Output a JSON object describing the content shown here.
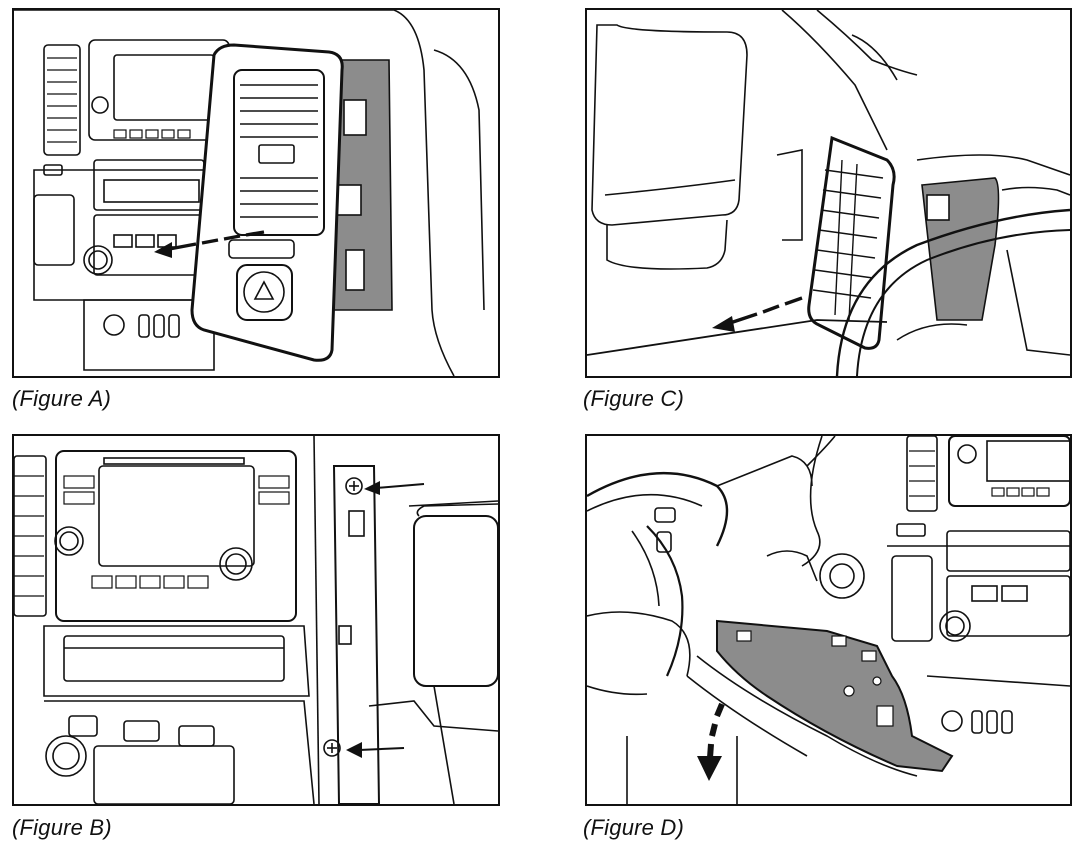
{
  "figures": [
    {
      "id": "A",
      "caption": "(Figure A)"
    },
    {
      "id": "B",
      "caption": "(Figure B)"
    },
    {
      "id": "C",
      "caption": "(Figure C)"
    },
    {
      "id": "D",
      "caption": "(Figure D)"
    }
  ],
  "colors": {
    "line": "#111111",
    "shade": "#8c8c8c",
    "paper": "#ffffff"
  },
  "icons": {
    "removal_arrow": "dashed-arrow-icon",
    "pointer_arrow": "arrow-icon",
    "screw": "screw-icon",
    "hazard_button": "triangle-icon"
  }
}
